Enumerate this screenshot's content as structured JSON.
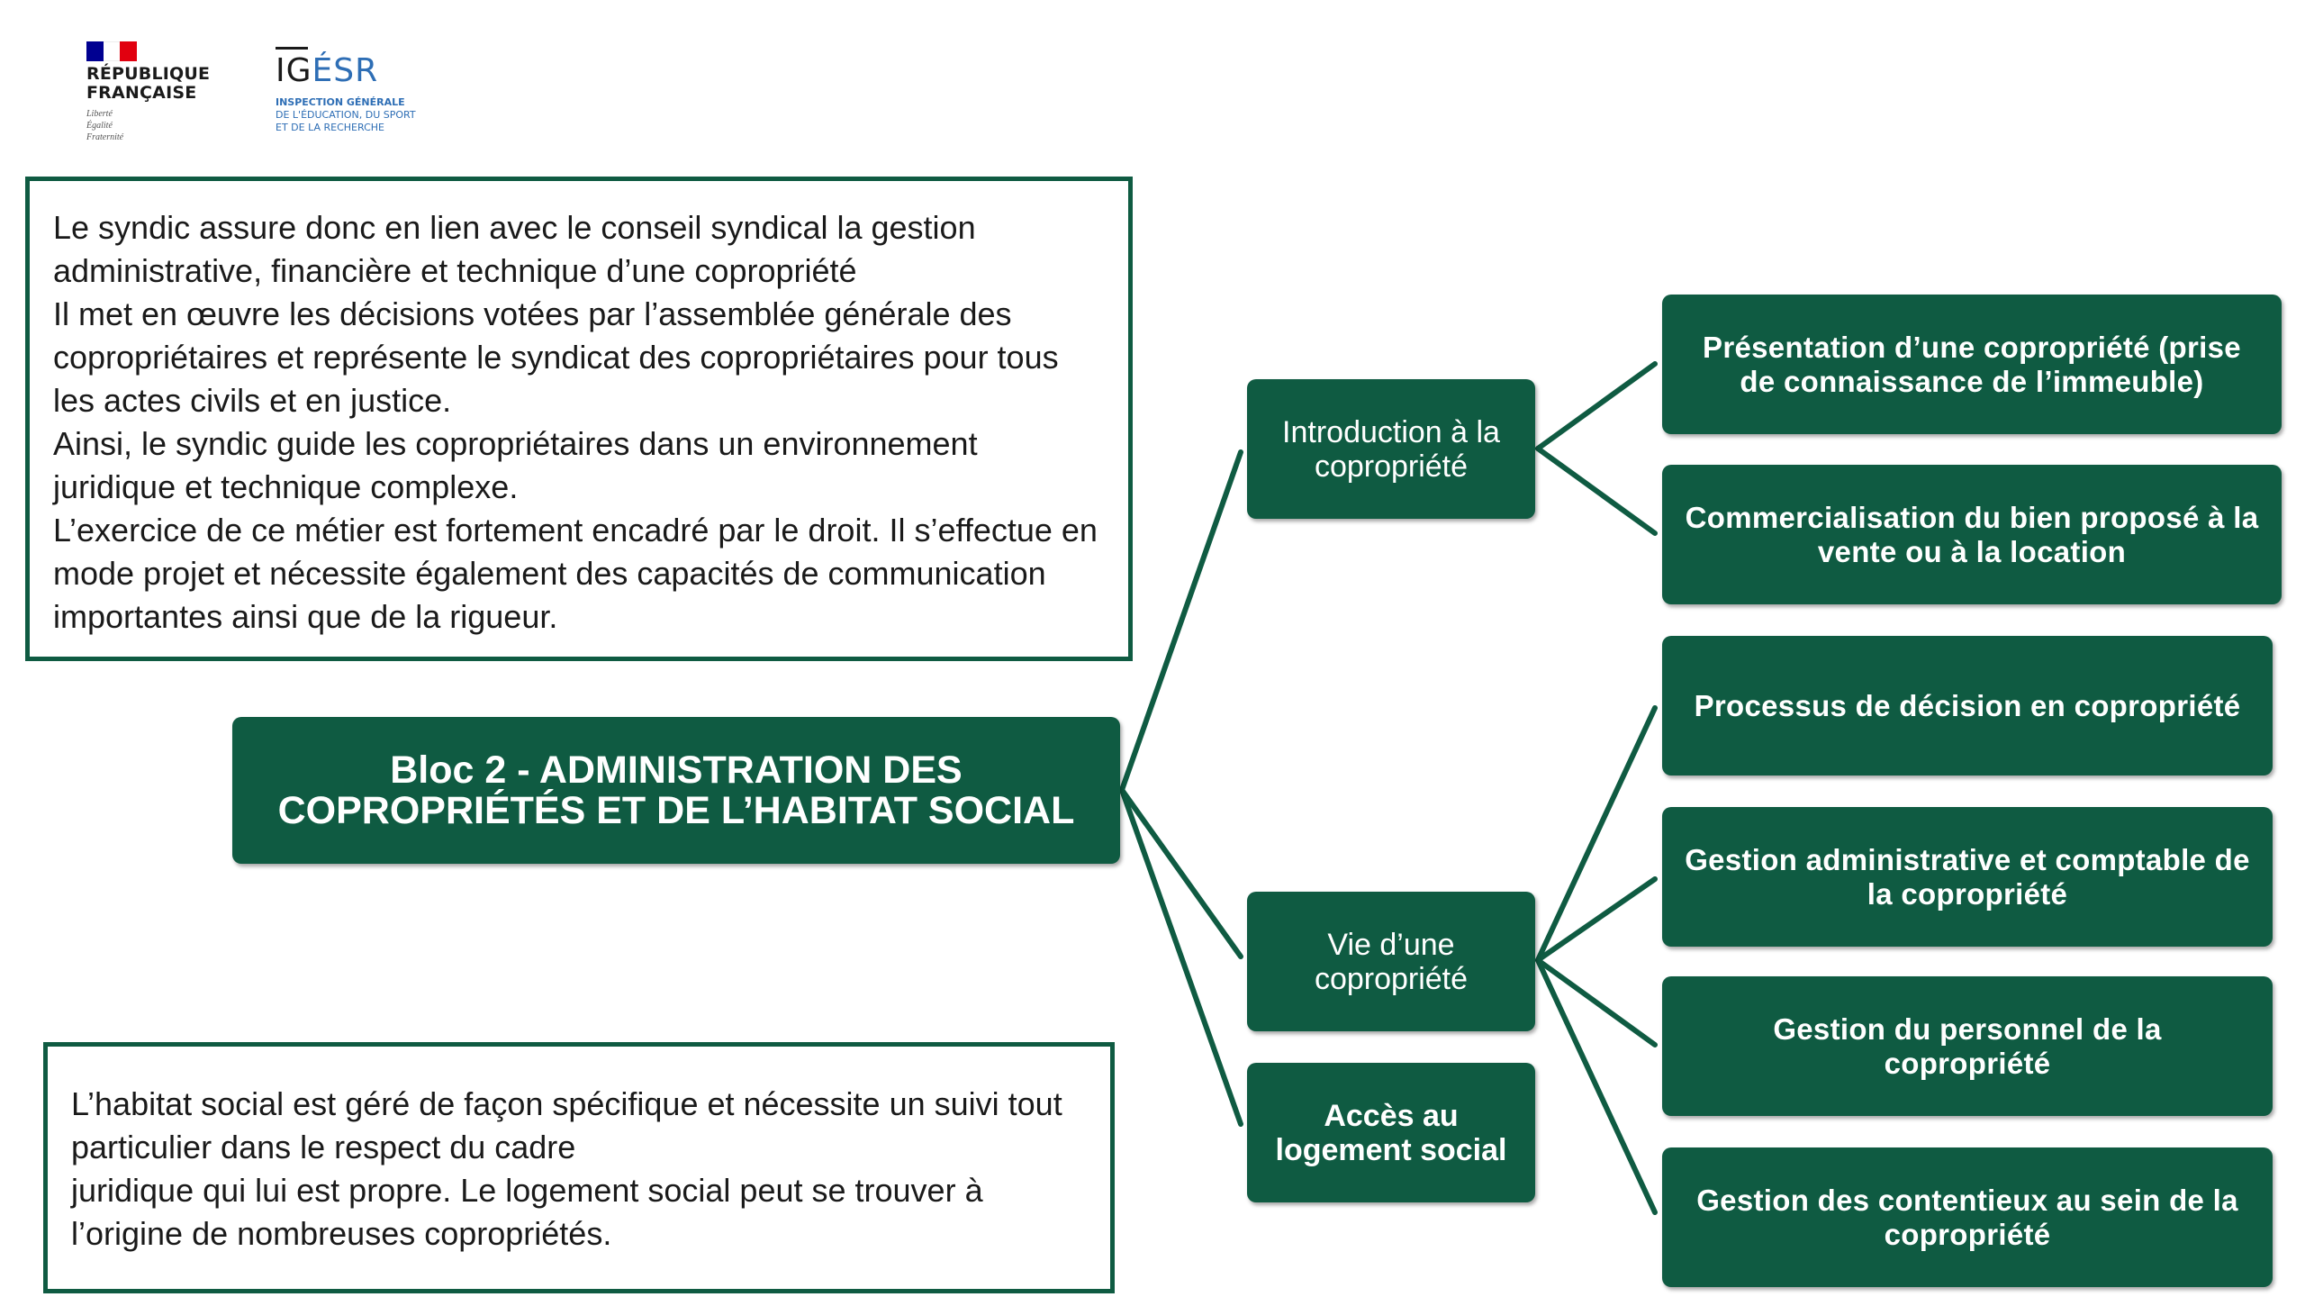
{
  "logos": {
    "republique": {
      "name_line1": "RÉPUBLIQUE",
      "name_line2": "FRANÇAISE",
      "motto": [
        "Liberté",
        "Égalité",
        "Fraternité"
      ]
    },
    "igesr": {
      "acronym_main": "IG",
      "acronym_accent": "ÉSR",
      "subtitle": [
        "INSPECTION GÉNÉRALE",
        "DE L'ÉDUCATION, DU SPORT",
        "ET DE LA RECHERCHE"
      ]
    }
  },
  "info_boxes": {
    "top": [
      "Le syndic assure donc en lien avec le conseil syndical la gestion administrative, financière et technique d’une copropriété",
      "Il met en œuvre les décisions votées par l’assemblée générale des copropriétaires et représente le syndicat des copropriétaires pour tous les actes civils et en justice.",
      "Ainsi, le syndic guide les copropriétaires dans un environnement juridique et technique complexe.",
      "L’exercice de ce métier est fortement encadré par le droit. Il s’effectue en mode projet et nécessite également des capacités de communication importantes ainsi que de la rigueur."
    ],
    "bottom": [
      "L’habitat social est géré de façon spécifique et nécessite un suivi tout particulier dans le respect du cadre",
      "juridique qui lui est propre. Le logement social peut se trouver à l’origine de nombreuses copropriétés."
    ]
  },
  "diagram": {
    "root": [
      "Bloc 2 - ADMINISTRATION DES",
      "COPROPRIÉTÉS ET DE L’HABITAT SOCIAL"
    ],
    "branches": [
      {
        "label": [
          "Introduction à la",
          "copropriété"
        ]
      },
      {
        "label": [
          "Vie d’une",
          "copropriété"
        ]
      },
      {
        "label": [
          "Accès au",
          "logement social"
        ]
      }
    ],
    "leaves": [
      [
        "Présentation d’une copropriété (prise",
        "de connaissance de l’immeuble)"
      ],
      [
        "Commercialisation du bien proposé à la",
        "vente ou à la location"
      ],
      [
        "Processus de décision en copropriété"
      ],
      [
        "Gestion administrative et comptable de",
        "la copropriété"
      ],
      [
        "Gestion du personnel de la",
        "copropriété"
      ],
      [
        "Gestion des contentieux au sein de la",
        "copropriété"
      ]
    ]
  },
  "colors": {
    "accent_green": "#0f5b42",
    "flag_blue": "#000091",
    "flag_red": "#e1000f",
    "igesr_blue": "#2e6eb5"
  }
}
